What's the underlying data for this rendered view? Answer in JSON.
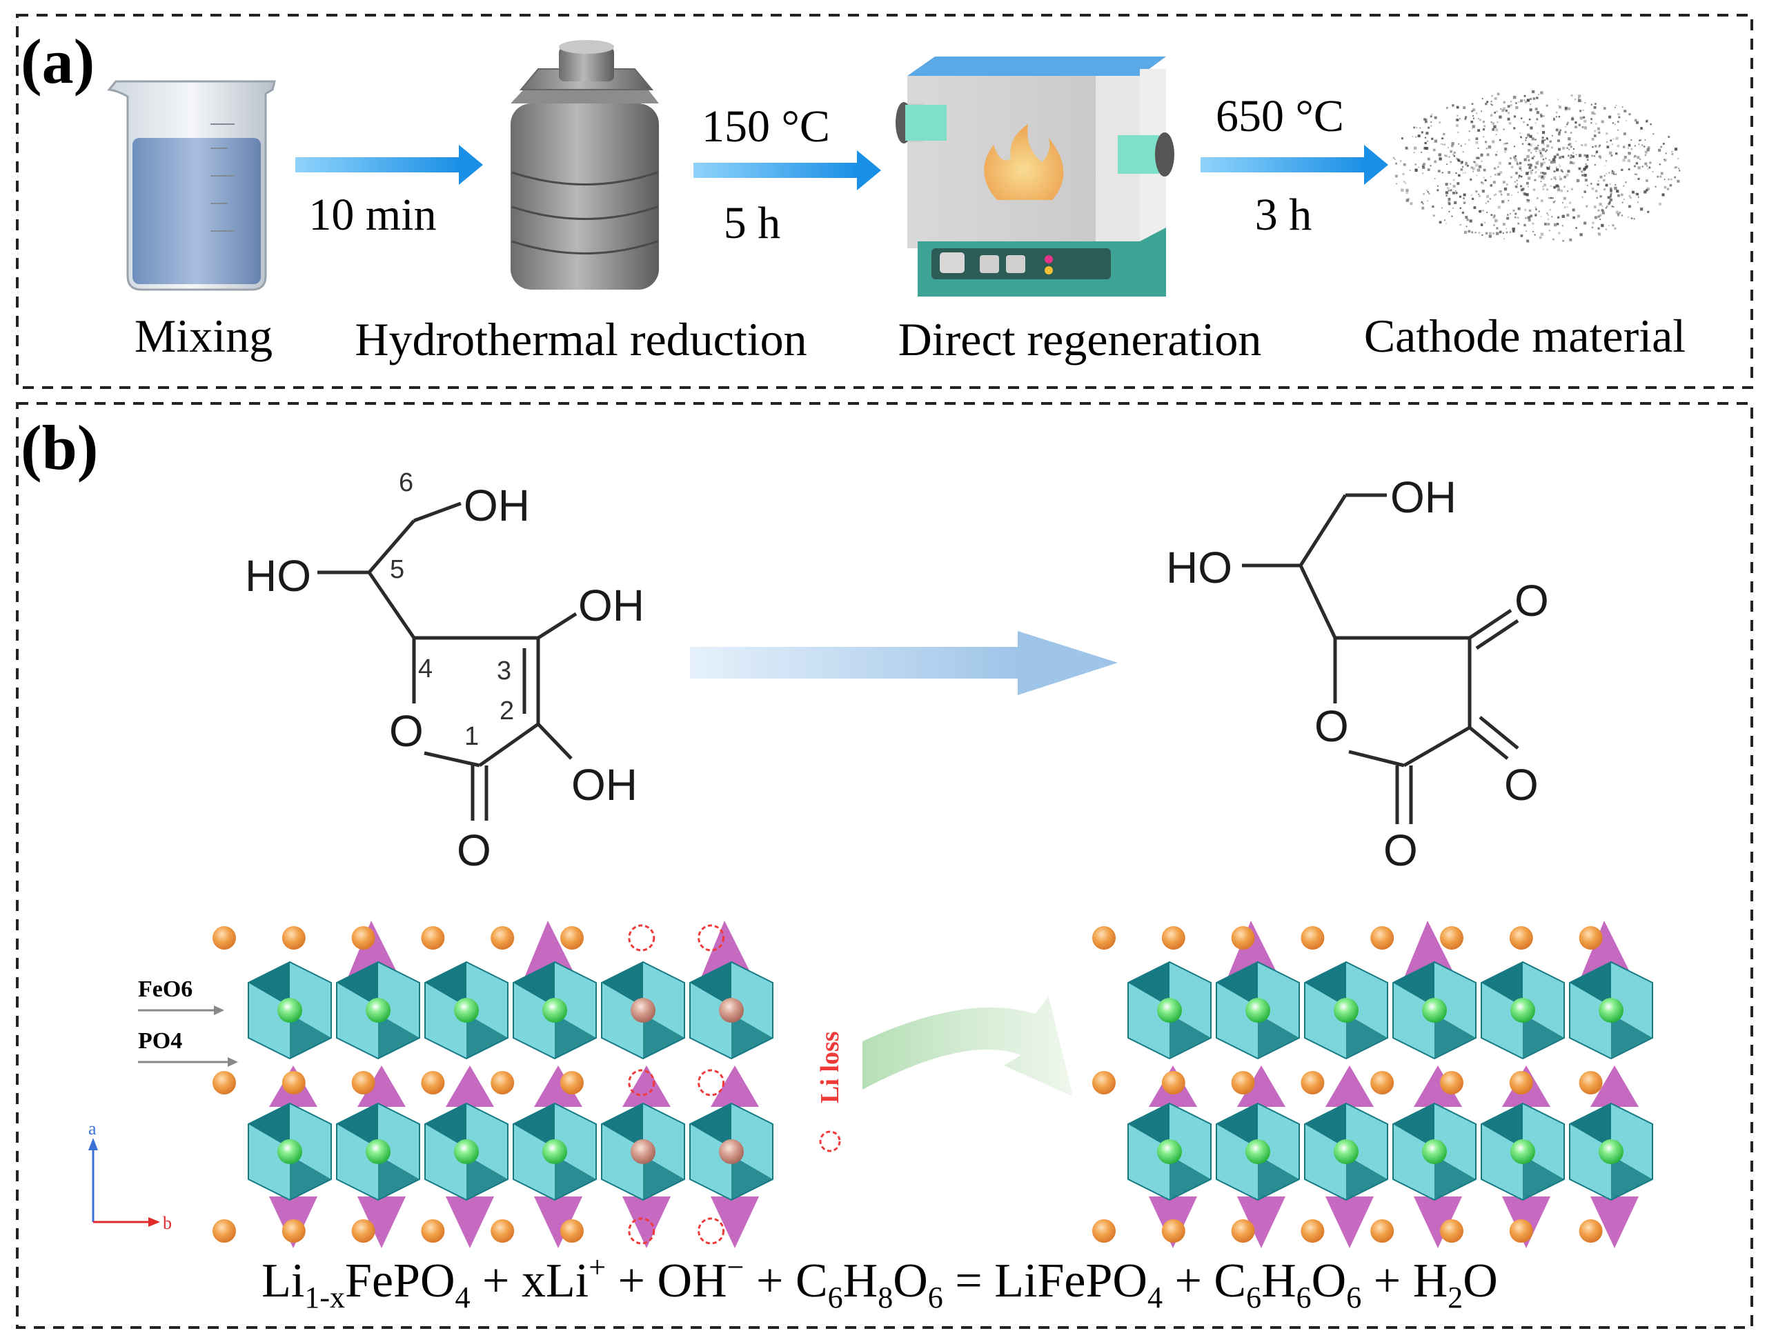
{
  "panel_a": {
    "label": "(a)",
    "steps": [
      {
        "caption": "Mixing"
      },
      {
        "caption": "Hydrothermal reduction"
      },
      {
        "caption": "Direct regeneration"
      },
      {
        "caption": "Cathode material"
      }
    ],
    "arrows": [
      {
        "top": "",
        "bottom": "10 min"
      },
      {
        "top": "150 °C",
        "bottom": "5 h"
      },
      {
        "top": "650 °C",
        "bottom": "3 h"
      }
    ]
  },
  "panel_b": {
    "label": "(b)",
    "ascorbic_acid": {
      "oh_top": "OH",
      "ho_left": "HO",
      "oh_right": "OH",
      "oh_bottom": "OH",
      "ring_o": "O",
      "carbonyl_o": "O",
      "numbers": [
        "1",
        "2",
        "3",
        "4",
        "5",
        "6"
      ]
    },
    "dehydro_acid": {
      "oh_top": "OH",
      "ho_left": "HO",
      "ring_o": "O",
      "o_keto1": "O",
      "o_keto2": "O",
      "carbonyl_o": "O"
    },
    "crystal": {
      "feo6_label": "FeO6",
      "po4_label": "PO4",
      "li_loss": "Li loss",
      "axis_a": "a",
      "axis_b": "b"
    },
    "equation": {
      "t1": "Li",
      "s1": "1-x",
      "t2": "FePO",
      "s2": "4",
      "t3": " + xLi",
      "p1": "+",
      "t4": " + OH",
      "p2": "−",
      "t5": " + C",
      "s3": "6",
      "t6": "H",
      "s4": "8",
      "t7": "O",
      "s5": "6",
      "t8": " = LiFePO",
      "s6": "4",
      "t9": " + C",
      "s7": "6",
      "t10": "H",
      "s8": "6",
      "t11": "O",
      "s9": "6",
      "t12": "  + H",
      "s10": "2",
      "t13": "O"
    }
  },
  "colors": {
    "arrow_blue": "#2a9bea",
    "octa_dark": "#177a82",
    "octa_light": "#7dd6dc",
    "tetra": "#c56ac0",
    "tetra_dark": "#9b2ec0",
    "li_orange": "#ef9a42",
    "fe_green": "#45d45a",
    "cu_ball": "#c98f7f",
    "vacancy_red": "#ef3a3a"
  }
}
